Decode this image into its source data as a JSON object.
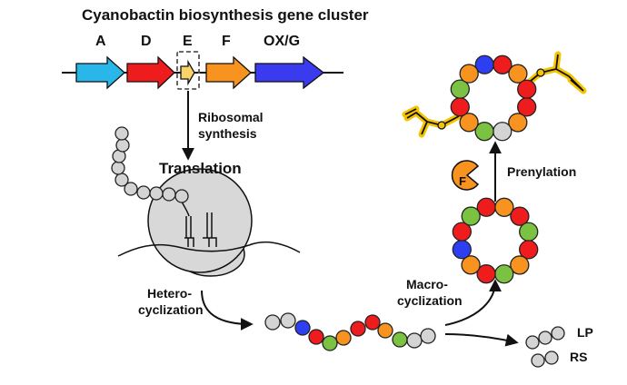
{
  "title": "Cyanobactin biosynthesis gene cluster",
  "genes": [
    {
      "label": "A",
      "color": "#29b6e8"
    },
    {
      "label": "D",
      "color": "#ee1c1c"
    },
    {
      "label": "E",
      "color": "#f9d26a"
    },
    {
      "label": "F",
      "color": "#f7931e"
    },
    {
      "label": "OX/G",
      "color": "#3a3aee"
    }
  ],
  "steps": {
    "ribosomal_line1": "Ribosomal",
    "ribosomal_line2": "synthesis",
    "translation": "Translation",
    "hetero_line1": "Hetero-",
    "hetero_line2": "cyclization",
    "macro_line1": "Macro-",
    "macro_line2": "cyclization",
    "prenylation": "Prenylation",
    "enzyme_label": "F"
  },
  "byproducts": {
    "lp": "LP",
    "rs": "RS"
  },
  "colors": {
    "gray": "#d4d4d4",
    "red": "#ee1c1c",
    "orange": "#f7931e",
    "green": "#7cc242",
    "blue": "#2e3ff2",
    "darkgreen": "#10a050",
    "prenyl": "#f5c400",
    "ribosome": "#d8d8d8"
  }
}
